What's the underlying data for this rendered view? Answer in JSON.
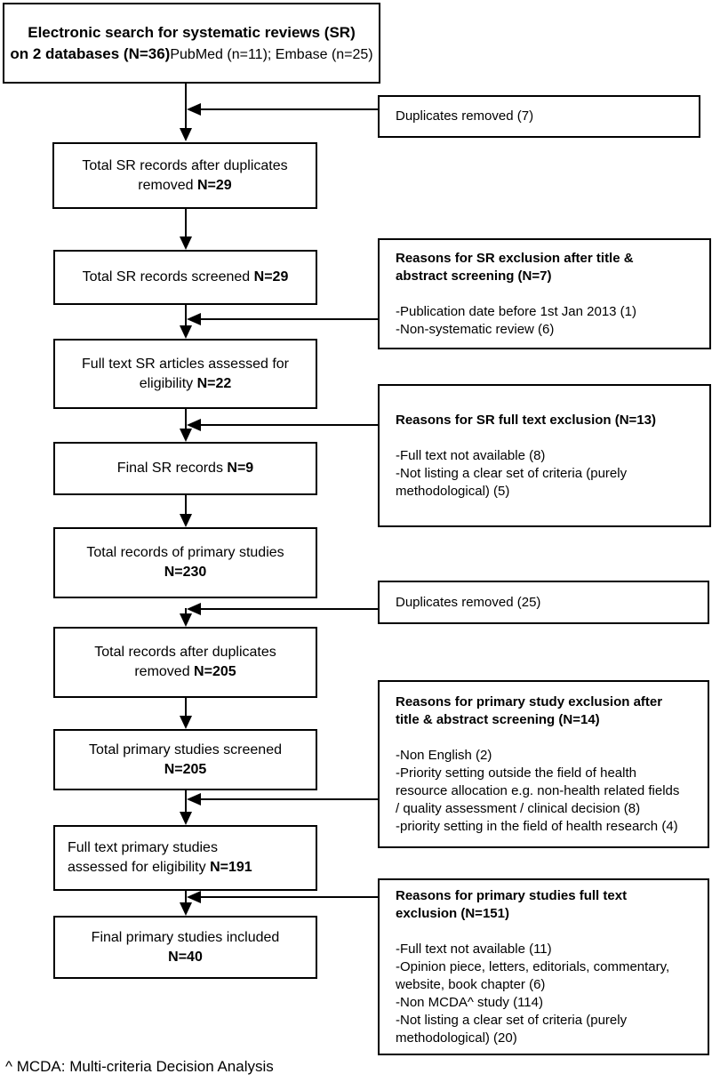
{
  "diagram": {
    "top_box": {
      "title_bold": "Electronic search for systematic reviews (SR)\non 2 databases (N=36)",
      "subtitle": "PubMed (n=11); Embase (n=25)"
    },
    "flow_boxes": [
      {
        "text": "Total SR records after duplicates\nremoved ",
        "n": "N=29"
      },
      {
        "text": "Total SR records screened ",
        "n": "N=29"
      },
      {
        "text": "Full text SR articles assessed for\neligibility ",
        "n": "N=22"
      },
      {
        "text": "Final SR records ",
        "n": "N=9"
      },
      {
        "text": "Total records of primary studies\n",
        "n": "N=230"
      },
      {
        "text": "Total records after duplicates\nremoved ",
        "n": "N=205"
      },
      {
        "text": "Total primary studies screened\n",
        "n": "N=205"
      },
      {
        "text": "Full text primary studies\nassessed for eligibility ",
        "n": "N=191"
      },
      {
        "text": "Final primary studies included\n",
        "n": "N=40"
      }
    ],
    "side_boxes": [
      {
        "label": "Duplicates removed (7)"
      },
      {
        "header": "Reasons for SR exclusion after title &\nabstract screening (N=7)",
        "items": [
          "-Publication date before 1st Jan 2013 (1)",
          "-Non-systematic review (6)"
        ]
      },
      {
        "header": "Reasons for SR full text exclusion (N=13)",
        "items": [
          "-Full text not available (8)",
          "-Not listing a clear set of criteria (purely\nmethodological) (5)"
        ]
      },
      {
        "label": "Duplicates removed (25)"
      },
      {
        "header": "Reasons for primary study exclusion after\ntitle & abstract screening (N=14)",
        "items": [
          "-Non English (2)",
          "-Priority setting outside the field of health\nresource allocation e.g. non-health related fields\n/ quality assessment / clinical decision (8)",
          "-priority setting in the field of health research (4)"
        ]
      },
      {
        "header": "Reasons for primary studies full text\nexclusion (N=151)",
        "items": [
          "-Full text not available (11)",
          "-Opinion piece, letters, editorials, commentary,\nwebsite, book chapter (6)",
          "-Non MCDA^ study (114)",
          "-Not listing a clear set of criteria (purely\nmethodological) (20)"
        ]
      }
    ],
    "footnote": "^ MCDA: Multi-criteria Decision Analysis",
    "colors": {
      "line": "#000000",
      "box_border": "#000000",
      "background": "#ffffff",
      "text": "#000000"
    }
  }
}
